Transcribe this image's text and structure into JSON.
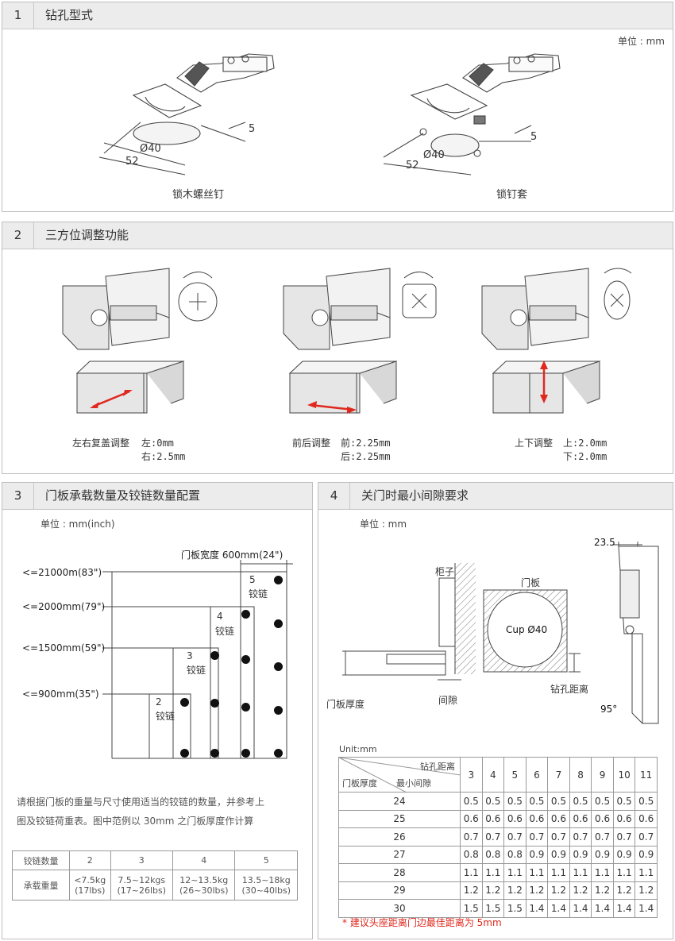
{
  "s1": {
    "num": "1",
    "title": "钻孔型式",
    "unit": "单位 : mm",
    "left": {
      "dim_diameter": "Ø40",
      "dim_width": "52",
      "dim_depth": "5",
      "caption": "锁木螺丝钉"
    },
    "right": {
      "dim_diameter": "Ø40",
      "dim_width": "52",
      "dim_depth": "5",
      "caption": "锁钉套"
    }
  },
  "s2": {
    "num": "2",
    "title": "三方位调整功能",
    "items": [
      {
        "label": "左右复盖调整",
        "line1": "左:0mm",
        "line2": "右:2.5mm"
      },
      {
        "label": "前后调整",
        "line1": "前:2.25mm",
        "line2": "后:2.25mm"
      },
      {
        "label": "上下调整",
        "line1": "上:2.0mm",
        "line2": "下:2.0mm"
      }
    ]
  },
  "s3": {
    "num": "3",
    "title": "门板承载数量及铰链数量配置",
    "unit": "单位 : mm(inch)",
    "width_label": "门板宽度 600mm(24\")",
    "heights": [
      "<=21000m(83\")",
      "<=2000mm(79\")",
      "<=1500mm(59\")",
      "<=900mm(35\")"
    ],
    "steps": [
      {
        "n": "2",
        "label": "铰链"
      },
      {
        "n": "3",
        "label": "铰链"
      },
      {
        "n": "4",
        "label": "铰链"
      },
      {
        "n": "5",
        "label": "铰链"
      }
    ],
    "note_line1": "请根据门板的重量与尺寸使用适当的铰链的数量，并参考上",
    "note_line2": "图及铰链荷重表。图中范例以 30mm 之门板厚度作计算",
    "table": {
      "row1_header": "铰链数量",
      "counts": [
        "2",
        "3",
        "4",
        "5"
      ],
      "row2_header": "承载重量",
      "kg": [
        "<7.5kg",
        "7.5~12kgs",
        "12~13.5kg",
        "13.5~18kg"
      ],
      "lbs": [
        "(17lbs)",
        "(17~26lbs)",
        "(26~30lbs)",
        "(30~40lbs)"
      ]
    }
  },
  "s4": {
    "num": "4",
    "title": "关门时最小间隙要求",
    "unit": "单位 : mm",
    "lbl_cabinet": "柜子",
    "lbl_door": "门板",
    "lbl_cup": "Cup Ø40",
    "lbl_drill": "钻孔距离",
    "lbl_gap": "间隙",
    "lbl_thickness": "门板厚度",
    "dim_offset": "23.5",
    "angle": "95°",
    "table": {
      "unit": "Unit:mm",
      "corner_top": "钻孔距离",
      "corner_bottom_left": "门板厚度",
      "corner_bottom_right": "最小间隙",
      "cols": [
        "3",
        "4",
        "5",
        "6",
        "7",
        "8",
        "9",
        "10",
        "11"
      ],
      "rows": [
        {
          "t": "24",
          "v": [
            "0.5",
            "0.5",
            "0.5",
            "0.5",
            "0.5",
            "0.5",
            "0.5",
            "0.5",
            "0.5"
          ]
        },
        {
          "t": "25",
          "v": [
            "0.6",
            "0.6",
            "0.6",
            "0.6",
            "0.6",
            "0.6",
            "0.6",
            "0.6",
            "0.6"
          ]
        },
        {
          "t": "26",
          "v": [
            "0.7",
            "0.7",
            "0.7",
            "0.7",
            "0.7",
            "0.7",
            "0.7",
            "0.7",
            "0.7"
          ]
        },
        {
          "t": "27",
          "v": [
            "0.8",
            "0.8",
            "0.8",
            "0.9",
            "0.9",
            "0.9",
            "0.9",
            "0.9",
            "0.9"
          ]
        },
        {
          "t": "28",
          "v": [
            "1.1",
            "1.1",
            "1.1",
            "1.1",
            "1.1",
            "1.1",
            "1.1",
            "1.1",
            "1.1"
          ]
        },
        {
          "t": "29",
          "v": [
            "1.2",
            "1.2",
            "1.2",
            "1.2",
            "1.2",
            "1.2",
            "1.2",
            "1.2",
            "1.2"
          ]
        },
        {
          "t": "30",
          "v": [
            "1.5",
            "1.5",
            "1.5",
            "1.4",
            "1.4",
            "1.4",
            "1.4",
            "1.4",
            "1.4"
          ]
        }
      ],
      "note": "* 建议头座距离门边最佳距离为 5mm"
    }
  },
  "colors": {
    "accent_red": "#e0281e",
    "header_bg": "#ececec",
    "border": "#bfbfbf"
  }
}
